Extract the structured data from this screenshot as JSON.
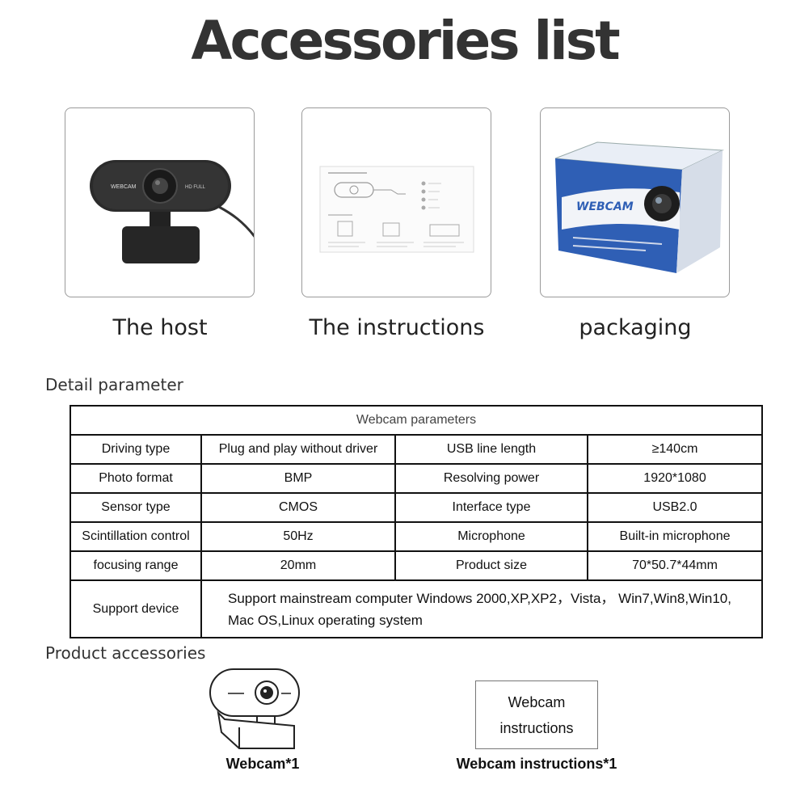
{
  "title": "Accessories list",
  "cards": [
    {
      "label": "The host",
      "icon": "webcam-photo"
    },
    {
      "label": "The instructions",
      "icon": "instruction-sheet"
    },
    {
      "label": "packaging",
      "icon": "webcam-box"
    }
  ],
  "detail_heading": "Detail parameter",
  "table": {
    "caption": "Webcam parameters",
    "rows": [
      [
        "Driving type",
        "Plug and play without driver",
        "USB line length",
        "≥140cm"
      ],
      [
        "Photo format",
        "BMP",
        "Resolving power",
        "1920*1080"
      ],
      [
        "Sensor type",
        "CMOS",
        "Interface type",
        "USB2.0"
      ],
      [
        "Scintillation control",
        "50Hz",
        "Microphone",
        "Built-in microphone"
      ],
      [
        "focusing range",
        "20mm",
        "Product size",
        "70*50.7*44mm"
      ]
    ],
    "support_label": "Support device",
    "support_line1": "Support mainstream computer Windows 2000,XP,XP2，Vista， Win7,Win8,Win10,",
    "support_line2": "Mac OS,Linux operating system"
  },
  "accessories_heading": "Product accessories",
  "accessories": {
    "webcam_caption": "Webcam*1",
    "box_line1": "Webcam",
    "box_line2": "instructions",
    "instructions_caption": "Webcam instructions*1"
  },
  "printed_marks": {
    "webcam_brand": "WEBCAM",
    "webcam_res": "HD FULL",
    "box_brand": "WEBCAM"
  }
}
